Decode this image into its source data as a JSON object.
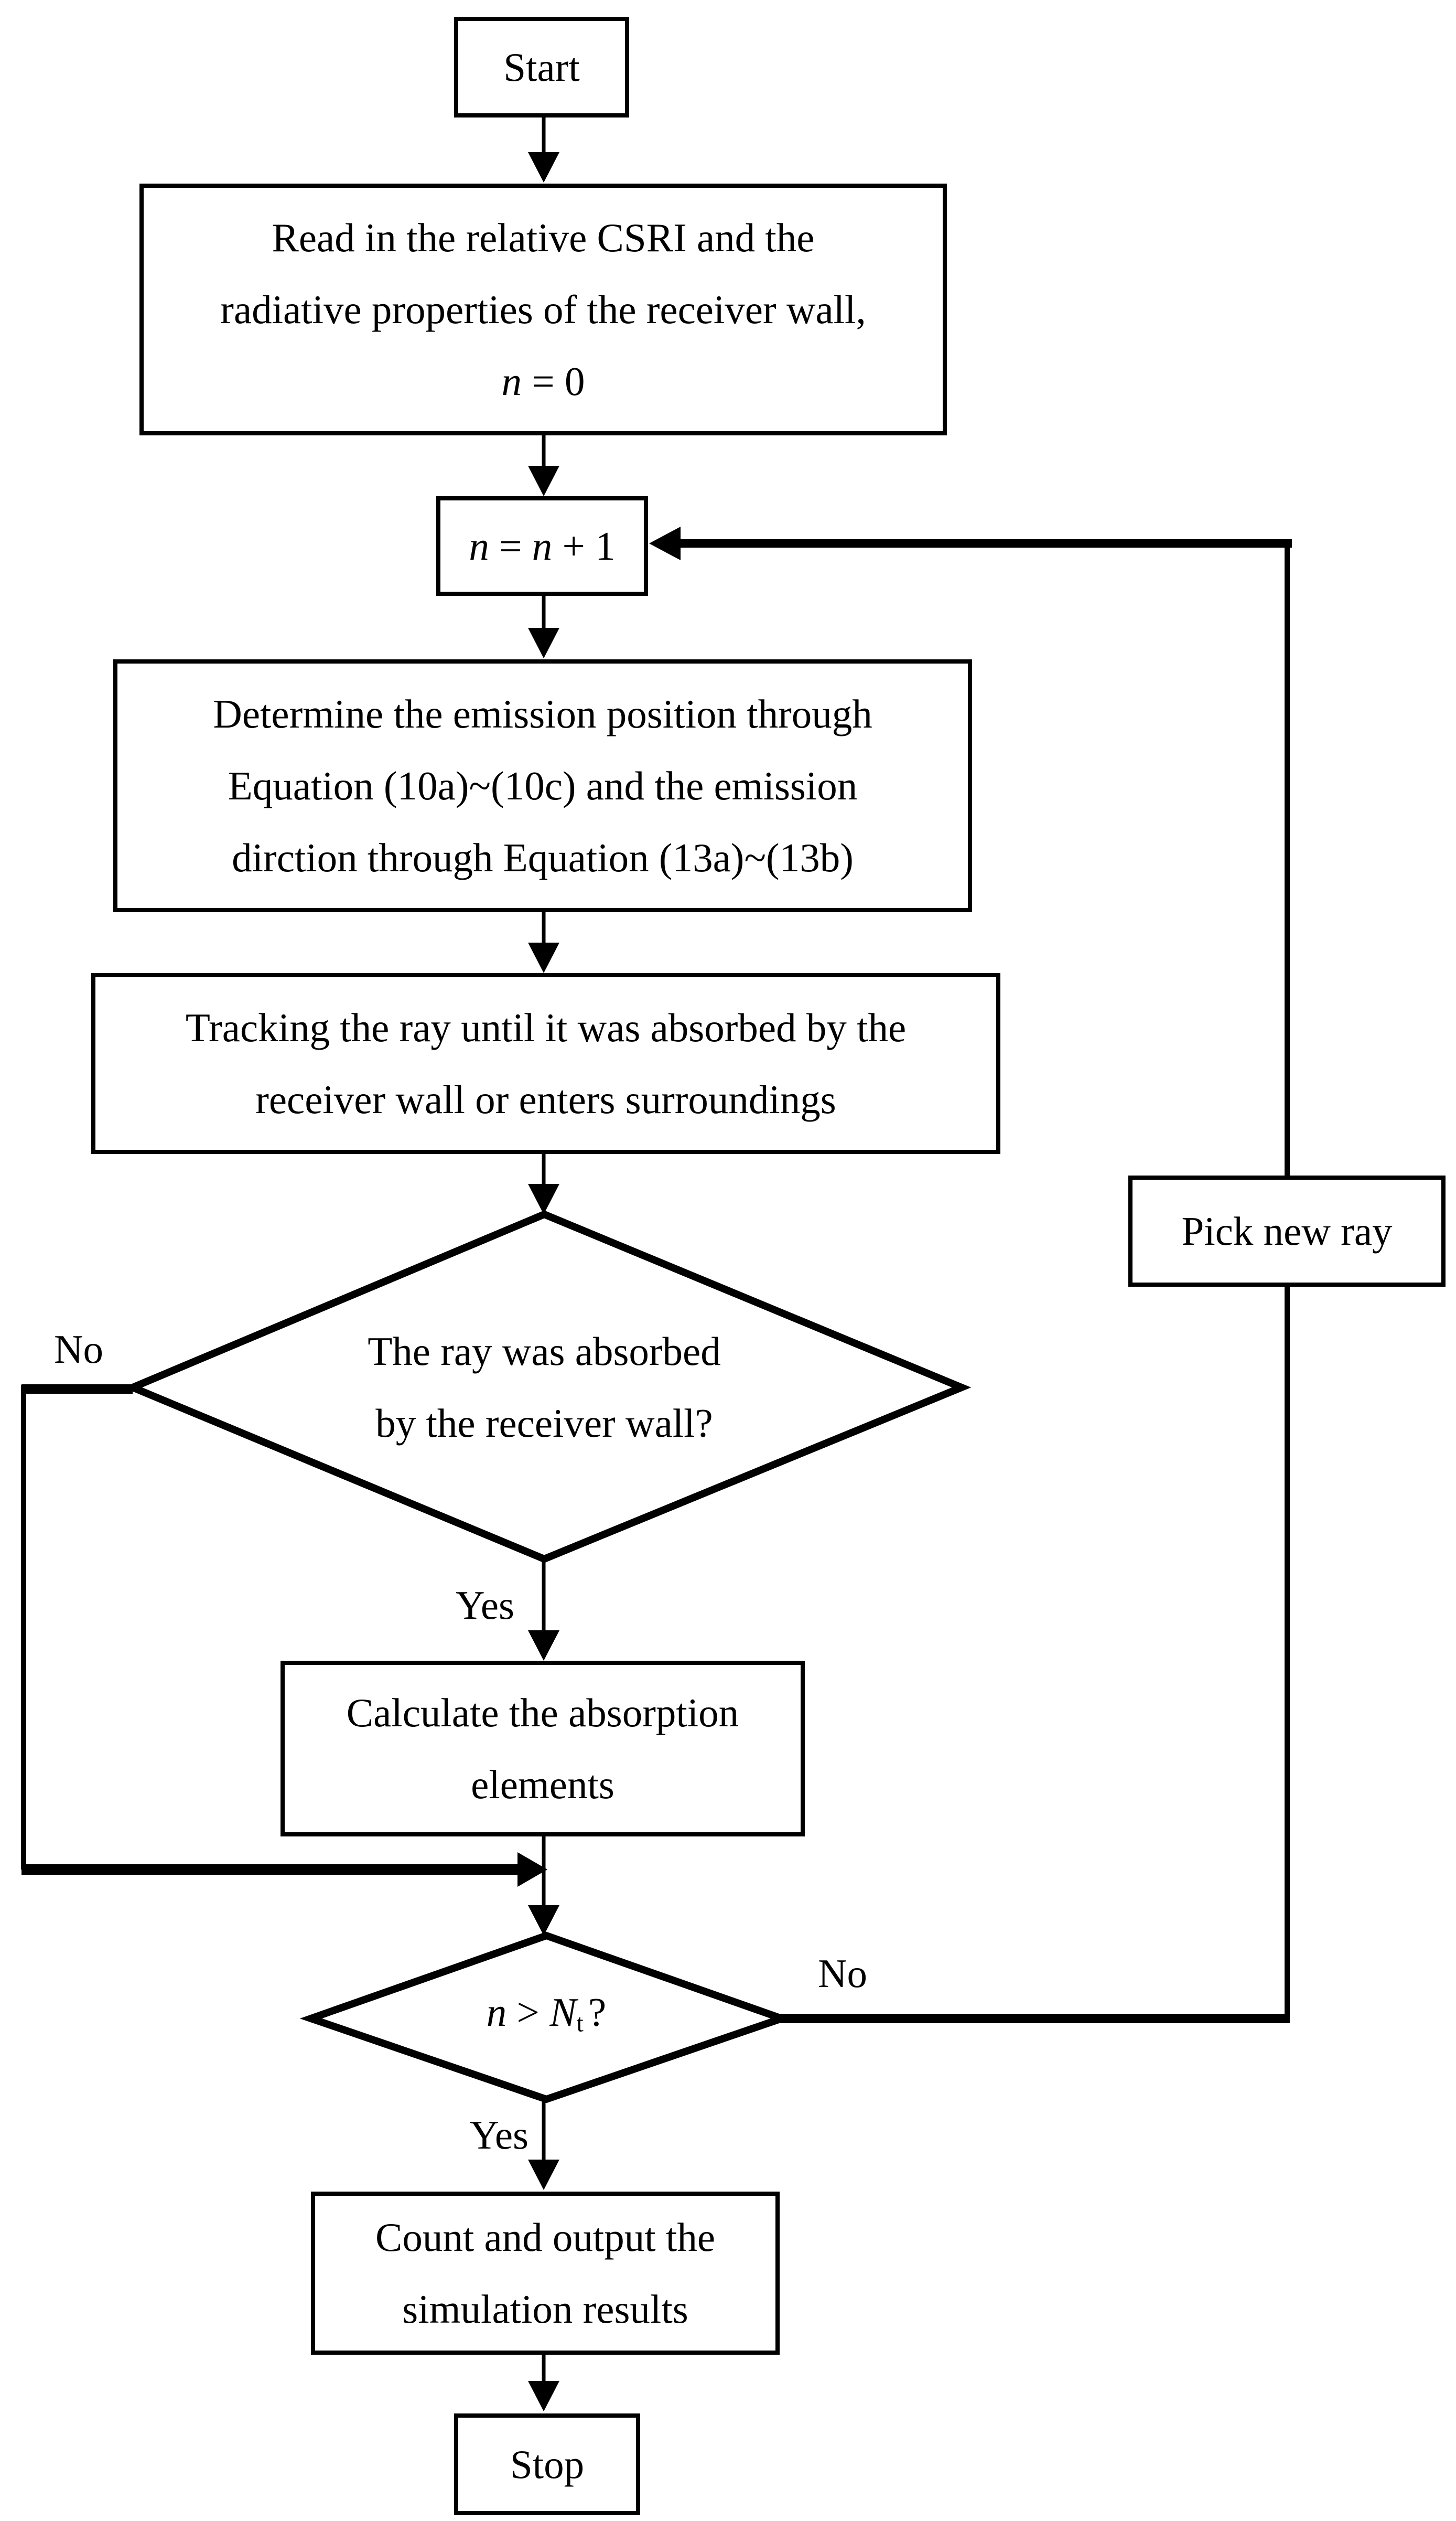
{
  "figure": {
    "background": "#ffffff",
    "line_color": "#000000"
  },
  "nodes": {
    "start": {
      "label": "Start"
    },
    "read_input": {
      "line1": "Read in the relative CSRI and the",
      "line2": "radiative properties of the receiver wall,",
      "eq_var": "n",
      "eq_rest": " = 0"
    },
    "increment": {
      "seg1": "n",
      "seg2": " = ",
      "seg3": "n",
      "seg4": " + 1"
    },
    "determine": {
      "line1": "Determine the emission position through",
      "line2": "Equation (10a)~(10c) and the emission",
      "line3": "dirction through Equation (13a)~(13b)"
    },
    "tracking": {
      "line1": "Tracking the ray until it was absorbed by the",
      "line2": "receiver wall or enters surroundings"
    },
    "decision_absorbed": {
      "line1": "The ray was absorbed",
      "line2": "by the receiver wall?"
    },
    "calculate": {
      "line1": "Calculate the absorption",
      "line2": "elements"
    },
    "pick_new_ray": {
      "label": "Pick new ray"
    },
    "decision_count": {
      "var": "n",
      "op": " > ",
      "limit": "N",
      "sub": "t",
      "question": "?"
    },
    "count_output": {
      "line1": "Count and output the",
      "line2": "simulation results"
    },
    "stop": {
      "label": "Stop"
    }
  },
  "labels": {
    "absorbed_no": "No",
    "absorbed_yes": "Yes",
    "count_no": "No",
    "count_yes": "Yes"
  }
}
